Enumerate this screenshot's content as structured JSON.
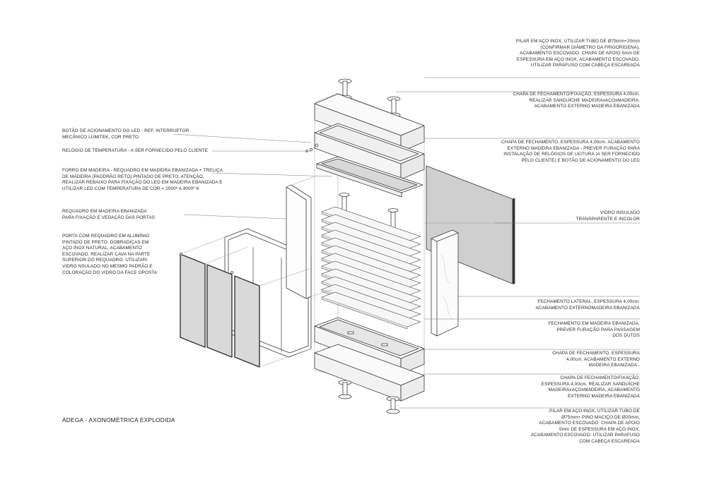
{
  "title": "ADEGA - AXONOMÉTRICA EXPLODIDA",
  "labels_left": [
    {
      "id": "botao",
      "text": "BOTÃO DE ACIONAMENTO DO LED - REF. INTERRUPTOR\nMECÂNICO LUMITEK, COR PRETO"
    },
    {
      "id": "relogio",
      "text": "RELÓGIO DE TEMPERATURA - A SER FORNECIDO PELO CLIENTE"
    },
    {
      "id": "forro",
      "text": "FORRO EM MADEIRA - REQUADRO EM MADEIRA EBANIZADA + TRELIÇA\nDE MADEIRA (PADDRÃO RETO) PINTADO DE PRETO. ATENÇÃO,\nREALIZAR REBAIXO PARA FIXAÇÃO DO LED EM MADEIRA EBANIZADA E\nUTILIZAR LED COM TEMPERATURA DE COR = 2500º A 3000º K"
    },
    {
      "id": "requadro",
      "text": "REQUADRO EM MADEIRA EBANIZADA\nPARA FIXAÇÃO E VEDAÇÃO DAS PORTAS"
    },
    {
      "id": "porta",
      "text": "PORTA COM REQUADRO EM ALUMÍNIO\nPINTADO DE PRETO. DOBRADIÇAS EM\nAÇO INOX NATURAL, ACABAMENTO\nESCOVADO. REALIZAR CAVA NA PARTE\nSUPERIOR DO REQUADRO. UTILIZARI\nVIDRO NSULADO NO MESMO PADRÃO E\nCOLORAÇÃO DO VIDRO DA FACE OPOSTA"
    }
  ],
  "labels_right": [
    {
      "id": "pilar_sup",
      "text": "PILAR EM AÇO INOX, UTILIZAR TUBO DE Ø75mm+20mm\n(CONFIRMAR DIÂMETRO DA FRIGORÍGENA),\nACABAMENTO ESCOVADO. CHAPA DE APOIO 5mm DE\nESPESSURA EM AÇO INOX, ACABAMENTO ESCOVADO.\nUTILIZAR PARAFUSO COM CABEÇA ESCAREADA"
    },
    {
      "id": "chapa_fix_sup",
      "text": "CHAPA DE FECHAMENTO/FIXAÇÃO, ESPESSURA 4,00cm.\nREALIZAR SANDUÍCHE MADEIRAxAÇOxMADEIRA.\nACABAMENTO EXTERNO MADEIRA EBANIZADA"
    },
    {
      "id": "chapa_fech_sup",
      "text": "CHAPA DE FECHAMENTO, ESPESSURA 4,00cm.  ACABAMENTO\nEXTERNO MADEIRA EBANIZADA - PREVER FURAÇÃO PARA\nINSTALAÇÃO DE RELÓGIOS DE LEITURA (A SER FORNECIDO\nPELO CLIENTE) E BOTÃO DE ACIONAMENTO DO LED"
    },
    {
      "id": "vidro",
      "text": "VIDRO INSULADO\nTRANSPARENTE E INCOLOR"
    },
    {
      "id": "fech_lateral",
      "text": "FECHAMENTO LATERAL, ESPESSURA 4,00cm.\nACABAMENTO EXTERNOMADEIRA EBANIZADA"
    },
    {
      "id": "fech_madeira",
      "text": "FECHAMENTO EM MADEIRA EBANIZADA.\nPREVER FURAÇÃO PARA  PASSAGEM\nDOS DUTOS"
    },
    {
      "id": "chapa_fech_inf",
      "text": "CHAPA DE FECHAMENTO, ESPESSURA\n4,00cm.  ACABAMENTO EXTERNO\nMADEIRA EBANIZADA -"
    },
    {
      "id": "chapa_fix_inf",
      "text": "CHAPA DE FECHAMENTO/FIXAÇÃO,\nESPESSURA 4,00cm. REALIZAR SANDUÍCHE\nMADEIRAxAÇOxMADEIRA. ACABAMENTO\nEXTERNO MADEIRA EBANIZADA"
    },
    {
      "id": "pilar_inf",
      "text": "PILAR EM AÇO INOX, UTILIZAR TUBO DE\nØ75mm+ PINO MACIÇO DE Ø20mm,\nACABAMENTO ESCOVADO. CHAPA DE APOIO\n5mm DE ESPESSURA EM AÇO INOX,\nACABAMENTO ESCOVADO. UTILIZAR PARAFUSO\nCOM CABEÇA ESCAREADA"
    }
  ],
  "colors": {
    "line": "#3a3a3a",
    "leader": "#777777",
    "glass_fill": "#dcdcdc",
    "panel_dark": "#4a4a4a",
    "background": "#ffffff"
  }
}
